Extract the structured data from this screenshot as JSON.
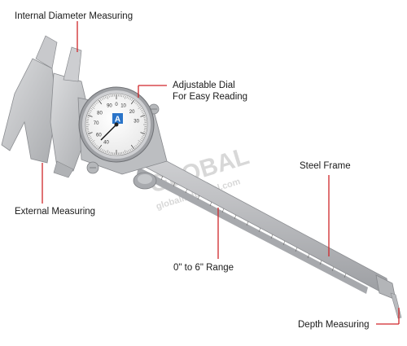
{
  "labels": {
    "internal": "Internal Diameter Measuring",
    "dial_line1": "Adjustable Dial",
    "dial_line2": "For Easy Reading",
    "frame": "Steel Frame",
    "external": "External Measuring",
    "range": "0\" to 6\" Range",
    "depth": "Depth Measuring"
  },
  "watermark": {
    "line1": "GLOBAL",
    "line2": "globalindustrial.com"
  },
  "dial": {
    "numbers": [
      "90",
      "0",
      "10",
      "80",
      "20",
      "70",
      "30",
      "60",
      "40"
    ],
    "logo": "A"
  },
  "colors": {
    "leader": "#d0262a",
    "steel": "#c3c4c6",
    "dial_face": "#f7f7f7",
    "logo": "#2a74c9"
  }
}
